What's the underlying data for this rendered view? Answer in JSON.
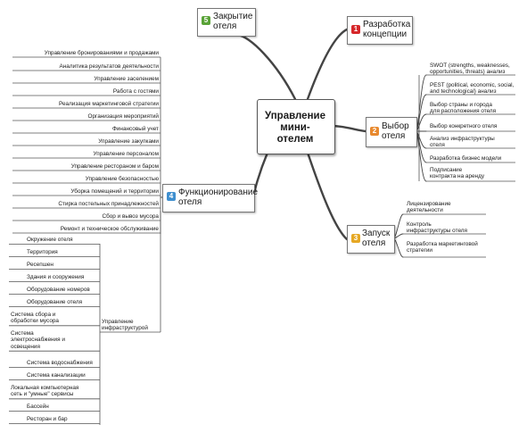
{
  "central": {
    "line1": "Управление",
    "line2": "мини-",
    "line3": "отелем"
  },
  "branches": {
    "b1": {
      "num": "1",
      "line1": "Разработка",
      "line2": "концепции",
      "color": "#d6272a"
    },
    "b2": {
      "num": "2",
      "line1": "Выбор",
      "line2": "отеля",
      "color": "#e8892e",
      "items": [
        [
          "SWOT (strengths, weaknesses,",
          "opportunities, threats) анализ"
        ],
        [
          "PEST (political, economic, social,",
          "and technological) анализ"
        ],
        [
          "Выбор страны и города",
          "для расположения отеля"
        ],
        [
          "Выбор конкретного отеля"
        ],
        [
          "Анализ инфраструктуры",
          "отеля"
        ],
        [
          "Разработка бизнес модели"
        ],
        [
          "Подписание",
          "контракта на аренду"
        ]
      ]
    },
    "b3": {
      "num": "3",
      "line1": "Запуск",
      "line2": "отеля",
      "color": "#e6a824",
      "items": [
        [
          "Лицензирование",
          "деятельности"
        ],
        [
          "Контроль",
          "инфраструктуры отеля"
        ],
        [
          "Разработка маркетинговой",
          "стратегии"
        ]
      ]
    },
    "b4": {
      "num": "4",
      "line1": "Функционирование",
      "line2": "отеля",
      "color": "#3f8fcf",
      "items": [
        "Управление бронированиями и продажами",
        "Аналитика результатов деятельности",
        "Управление заселением",
        "Работа с гостями",
        "Реализация маркетинговой стратегии",
        "Организация мероприятий",
        "Финансовый учет",
        "Управление закупками",
        "Управление персоналом",
        "Управление рестораном и баром",
        "Управление безопасностью",
        "Уборка помещений и территории",
        "Стирка постельных принадлежностей",
        "Сбор и вывоз мусора",
        "Ремонт и техническое обслуживание"
      ],
      "infra_label": [
        "Управление",
        "инфраструктурой"
      ],
      "infra_items": [
        [
          "Окружение отеля"
        ],
        [
          "Территория"
        ],
        [
          "Ресепшен"
        ],
        [
          "Здания и сооружения"
        ],
        [
          "Оборудование номеров"
        ],
        [
          "Оборудование отеля"
        ],
        [
          "Система сбора и",
          "обработки мусора"
        ],
        [
          "Система",
          "электроснабжения и",
          "освещения"
        ],
        [
          "Система водоснабжения"
        ],
        [
          "Система канализации"
        ],
        [
          "Локальная компьютерная",
          "сеть и \"умные\" сервисы"
        ],
        [
          "Бассейн"
        ],
        [
          "Ресторан и бар"
        ]
      ]
    },
    "b5": {
      "num": "5",
      "line1": "Закрытие",
      "line2": "отеля",
      "color": "#5aa338"
    }
  }
}
